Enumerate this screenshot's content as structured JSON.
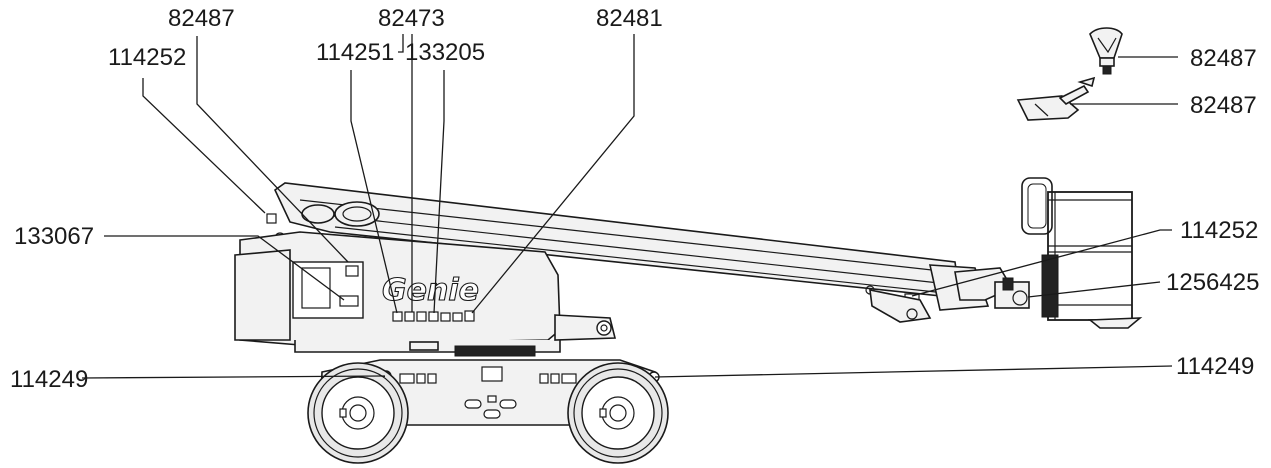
{
  "brand": {
    "logo_text": "Genie"
  },
  "callouts": [
    {
      "id": "114252-top",
      "text": "114252"
    },
    {
      "id": "82487-top",
      "text": "82487"
    },
    {
      "id": "114251",
      "text": "114251"
    },
    {
      "id": "82473",
      "text": "82473"
    },
    {
      "id": "133205",
      "text": "133205"
    },
    {
      "id": "82481",
      "text": "82481"
    },
    {
      "id": "133067",
      "text": "133067"
    },
    {
      "id": "114249-left",
      "text": "114249"
    },
    {
      "id": "114249-right",
      "text": "114249"
    },
    {
      "id": "114252-right",
      "text": "114252"
    },
    {
      "id": "1256425",
      "text": "1256425"
    },
    {
      "id": "82487-right-1",
      "text": "82487"
    },
    {
      "id": "82487-right-2",
      "text": "82487"
    }
  ]
}
